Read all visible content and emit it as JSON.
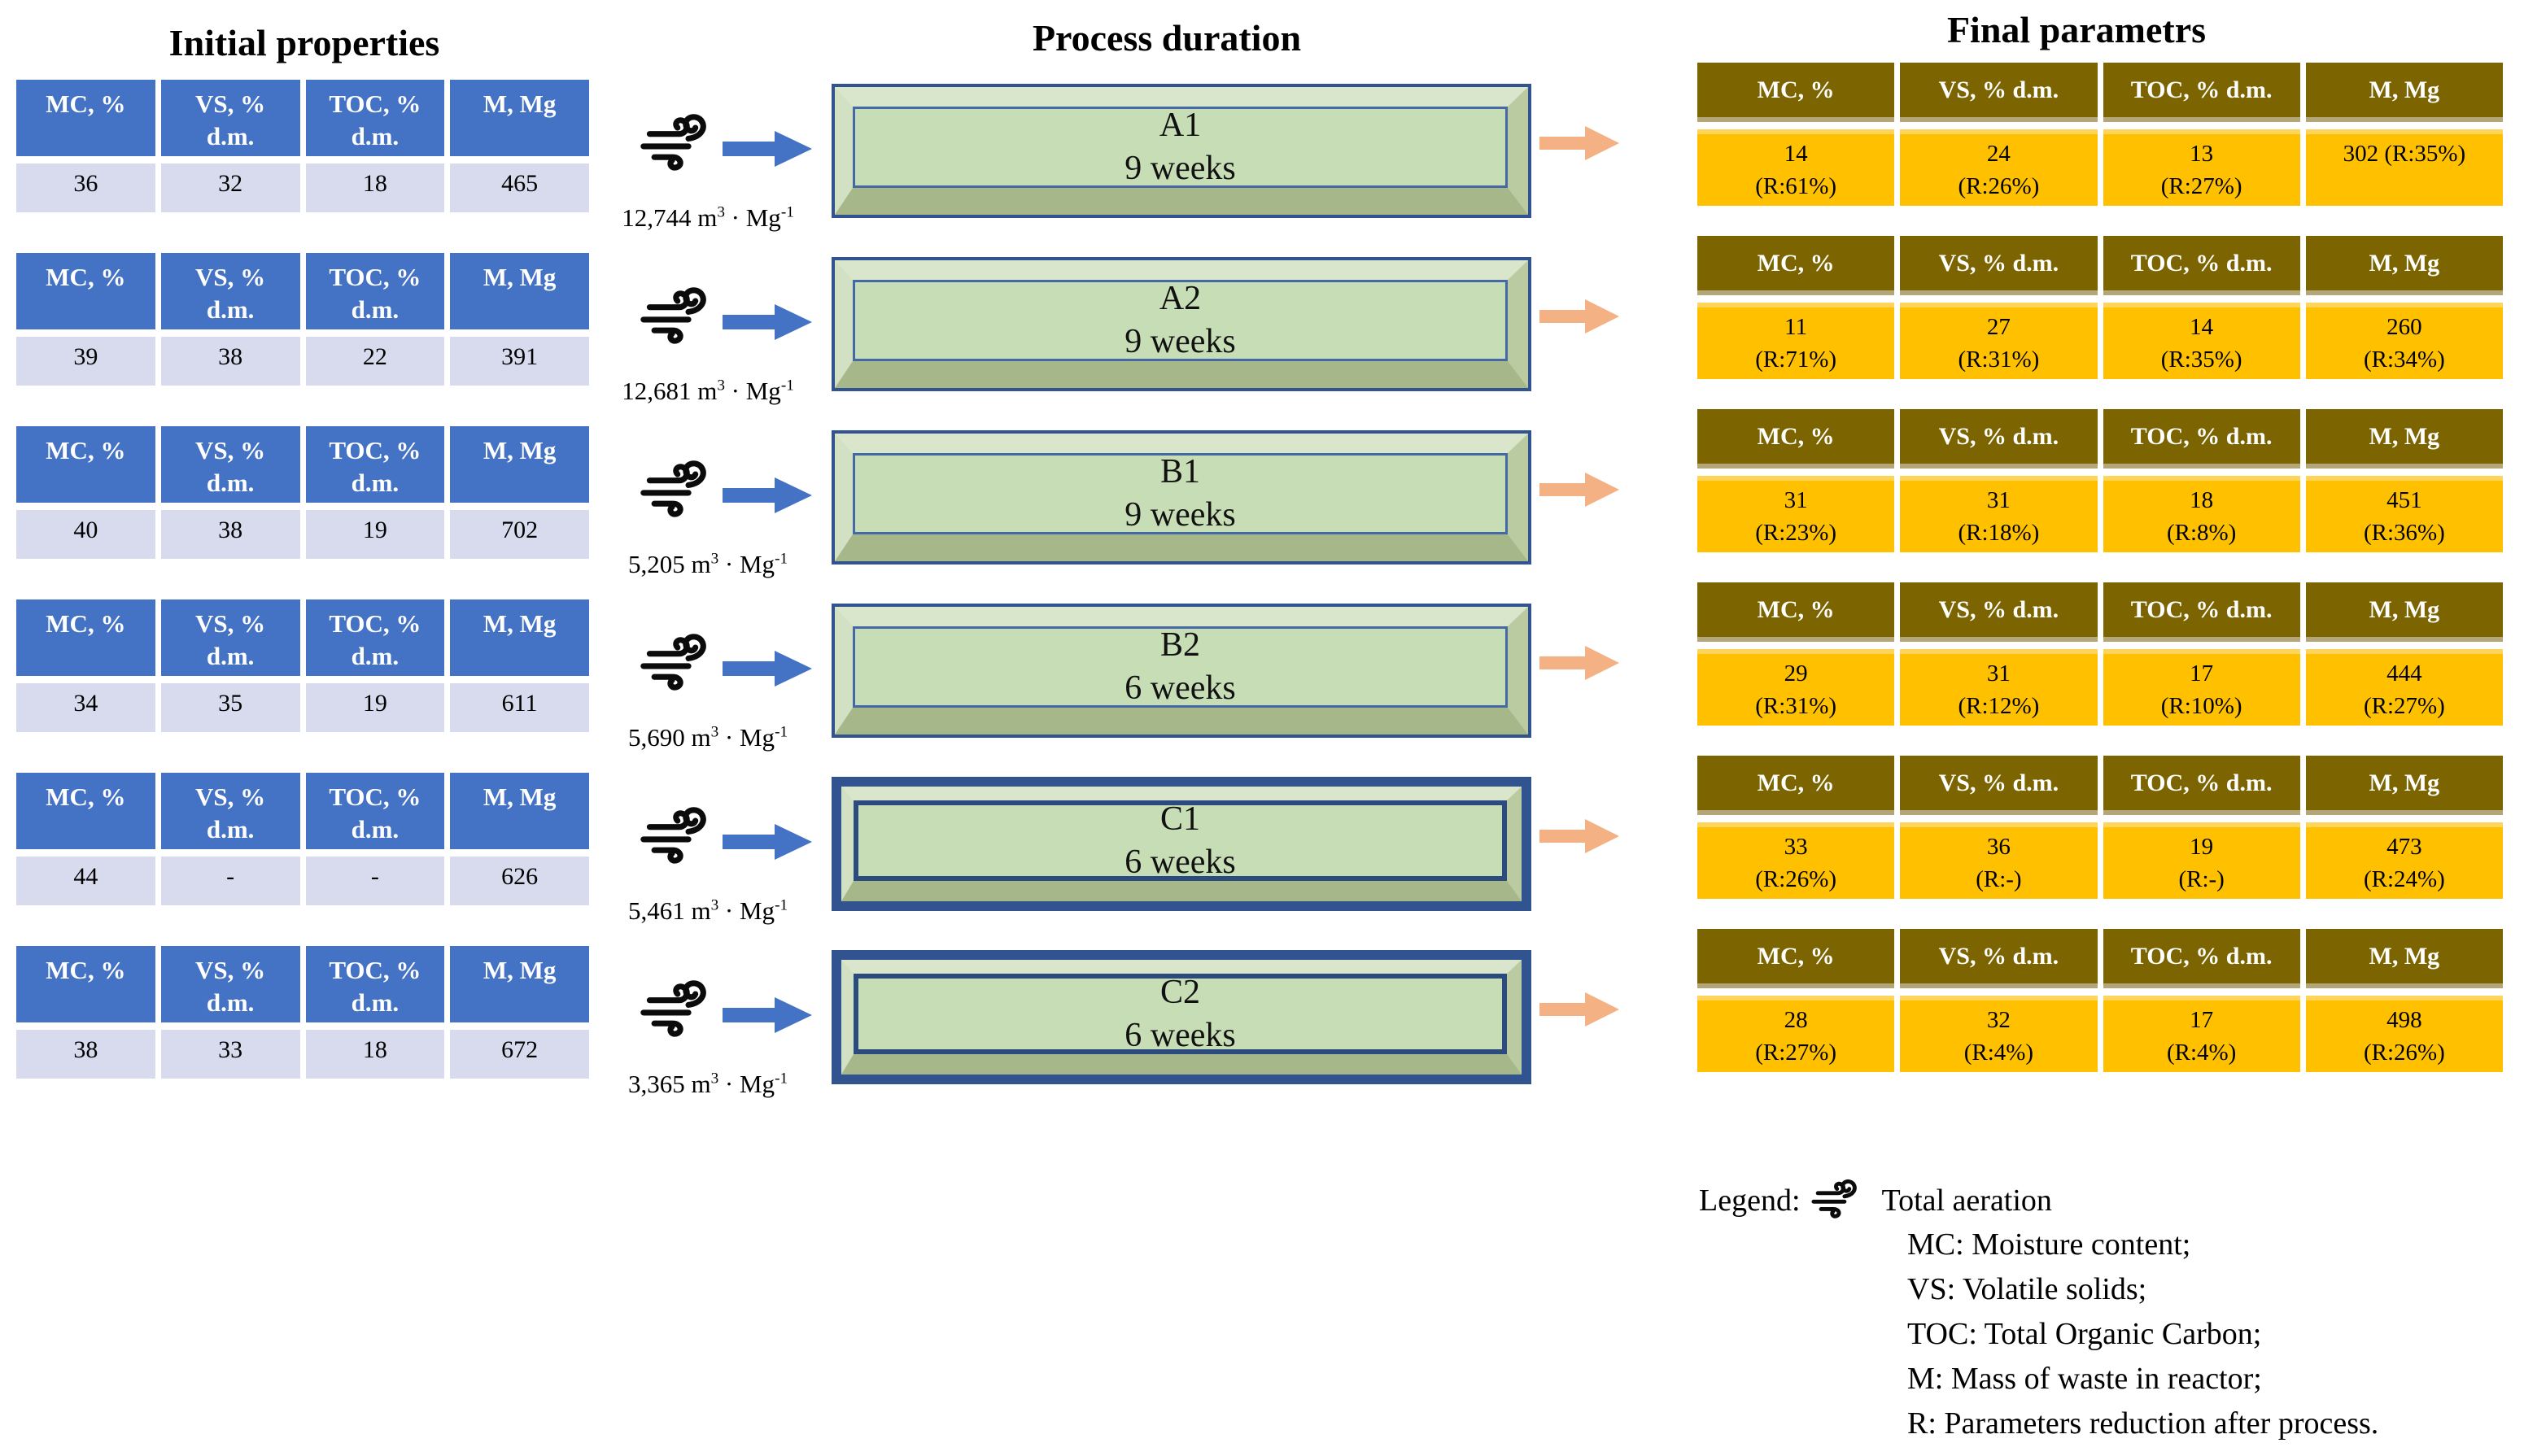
{
  "titles": {
    "initial": "Initial properties",
    "process": "Process duration",
    "final": "Final parametrs"
  },
  "left_header": [
    "MC, %",
    "VS, %\nd.m.",
    "TOC, %\nd.m.",
    "M, Mg"
  ],
  "right_header": [
    "MC, %",
    "VS, % d.m.",
    "TOC, % d.m.",
    "M, Mg"
  ],
  "rows": [
    {
      "id": "A1",
      "duration": "9 weeks",
      "initial": [
        "36",
        "32",
        "18",
        "465"
      ],
      "aeration": {
        "main": "12,744 m",
        "sup1": "3",
        "mid": " · Mg",
        "sup2": "-1"
      },
      "final": [
        {
          "v": "14",
          "r": "(R:61%)"
        },
        {
          "v": "24",
          "r": "(R:26%)"
        },
        {
          "v": "13",
          "r": "(R:27%)"
        },
        {
          "v": "302 (R:35%)",
          "r": ""
        }
      ]
    },
    {
      "id": "A2",
      "duration": "9 weeks",
      "initial": [
        "39",
        "38",
        "22",
        "391"
      ],
      "aeration": {
        "main": "12,681 m",
        "sup1": "3",
        "mid": " · Mg",
        "sup2": "-1"
      },
      "final": [
        {
          "v": "11",
          "r": "(R:71%)"
        },
        {
          "v": "27",
          "r": "(R:31%)"
        },
        {
          "v": "14",
          "r": "(R:35%)"
        },
        {
          "v": "260",
          "r": "(R:34%)"
        }
      ]
    },
    {
      "id": "B1",
      "duration": "9 weeks",
      "initial": [
        "40",
        "38",
        "19",
        "702"
      ],
      "aeration": {
        "main": "5,205 m",
        "sup1": "3",
        "mid": " · Mg",
        "sup2": "-1"
      },
      "final": [
        {
          "v": "31",
          "r": "(R:23%)"
        },
        {
          "v": "31",
          "r": "(R:18%)"
        },
        {
          "v": "18",
          "r": "(R:8%)"
        },
        {
          "v": "451",
          "r": "(R:36%)"
        }
      ]
    },
    {
      "id": "B2",
      "duration": "6 weeks",
      "initial": [
        "34",
        "35",
        "19",
        "611"
      ],
      "aeration": {
        "main": "5,690 m",
        "sup1": "3",
        "mid": " · Mg",
        "sup2": "-1"
      },
      "final": [
        {
          "v": "29",
          "r": "(R:31%)"
        },
        {
          "v": "31",
          "r": "(R:12%)"
        },
        {
          "v": "17",
          "r": "(R:10%)"
        },
        {
          "v": "444",
          "r": "(R:27%)"
        }
      ]
    },
    {
      "id": "C1",
      "duration": "6 weeks",
      "initial": [
        "44",
        "-",
        "-",
        "626"
      ],
      "aeration": {
        "main": "5,461 m",
        "sup1": "3",
        "mid": " · Mg",
        "sup2": "-1"
      },
      "final": [
        {
          "v": "33",
          "r": "(R:26%)"
        },
        {
          "v": "36",
          "r": "(R:-)"
        },
        {
          "v": "19",
          "r": "(R:-)"
        },
        {
          "v": "473",
          "r": "(R:24%)"
        }
      ]
    },
    {
      "id": "C2",
      "duration": "6 weeks",
      "initial": [
        "38",
        "33",
        "18",
        "672"
      ],
      "aeration": {
        "main": "3,365 m",
        "sup1": "3",
        "mid": " · Mg",
        "sup2": "-1"
      },
      "final": [
        {
          "v": "28",
          "r": "(R:27%)"
        },
        {
          "v": "32",
          "r": "(R:4%)"
        },
        {
          "v": "17",
          "r": "(R:4%)"
        },
        {
          "v": "498",
          "r": "(R:26%)"
        }
      ]
    }
  ],
  "legend": {
    "label": "Legend:",
    "items": [
      "Total aeration",
      "MC: Moisture content;",
      "VS: Volatile solids;",
      "TOC: Total Organic Carbon;",
      "M: Mass of waste in reactor;",
      "R: Parameters reduction after process."
    ]
  },
  "colors": {
    "initial_header_bg": "#4472C4",
    "initial_value_bg": "#D8DBEE",
    "final_header_bg": "#7C6500",
    "final_value_bg": "#FFC000",
    "reactor_fill": "#C7DDB6",
    "reactor_border": "#2B4A7E",
    "input_arrow": "#4472C4",
    "output_arrow": "#F4B183"
  }
}
